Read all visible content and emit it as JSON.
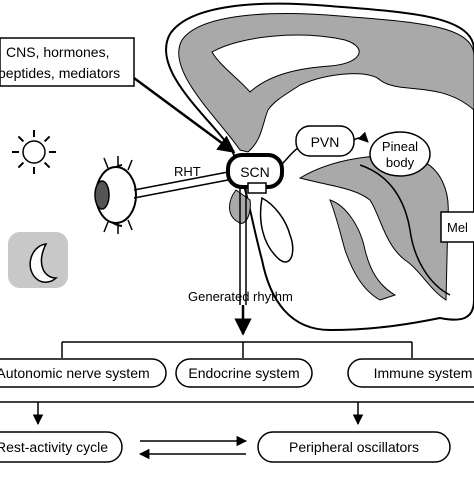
{
  "inputs_box": {
    "line1": "CNS, hormones,",
    "line2": "peptides, mediators"
  },
  "labels": {
    "rht": "RHT",
    "scn": "SCN",
    "pvn": "PVN",
    "pineal_line1": "Pineal",
    "pineal_line2": "body",
    "melatonin_partial": "Mel",
    "generated_rhythm": "Generated rhythm"
  },
  "outputs": [
    {
      "id": "autonomic",
      "label": "Autonomic nerve system"
    },
    {
      "id": "endocrine",
      "label": "Endocrine system"
    },
    {
      "id": "immune",
      "label": "Immune system"
    }
  ],
  "bottom": {
    "left": "Rest-activity cycle",
    "right": "Peripheral oscillators"
  },
  "colors": {
    "brain_gray": "#a9a9a9",
    "line": "#000000",
    "background": "#ffffff"
  },
  "icons": [
    "sun-icon",
    "moon-icon",
    "eye-icon"
  ]
}
